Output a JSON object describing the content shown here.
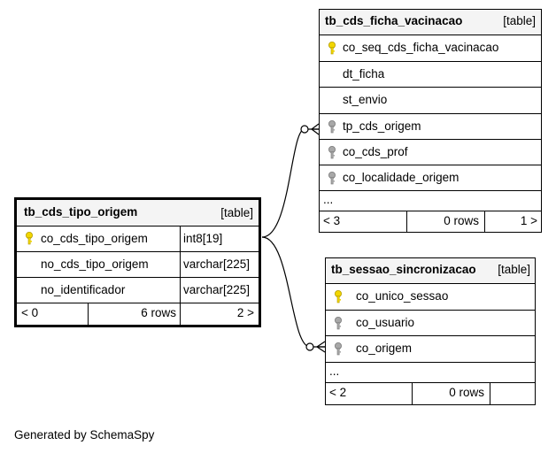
{
  "tables": {
    "tipo_origem": {
      "name": "tb_cds_tipo_origem",
      "tag": "[table]",
      "columns": [
        {
          "name": "co_cds_tipo_origem",
          "type": "int8[19]",
          "key": "primary"
        },
        {
          "name": "no_cds_tipo_origem",
          "type": "varchar[225]",
          "key": "none"
        },
        {
          "name": "no_identificador",
          "type": "varchar[225]",
          "key": "none"
        }
      ],
      "footer": {
        "parents": "< 0",
        "rows": "6 rows",
        "children": "2 >"
      }
    },
    "ficha_vacinacao": {
      "name": "tb_cds_ficha_vacinacao",
      "tag": "[table]",
      "columns": [
        {
          "name": "co_seq_cds_ficha_vacinacao",
          "key": "primary"
        },
        {
          "name": "dt_ficha",
          "key": "none"
        },
        {
          "name": "st_envio",
          "key": "none"
        },
        {
          "name": "tp_cds_origem",
          "key": "foreign"
        },
        {
          "name": "co_cds_prof",
          "key": "foreign"
        },
        {
          "name": "co_localidade_origem",
          "key": "foreign"
        }
      ],
      "more": "...",
      "footer": {
        "parents": "< 3",
        "rows": "0 rows",
        "children": "1 >"
      }
    },
    "sessao_sincronizacao": {
      "name": "tb_sessao_sincronizacao",
      "tag": "[table]",
      "columns": [
        {
          "name": "co_unico_sessao",
          "key": "primary"
        },
        {
          "name": "co_usuario",
          "key": "foreign"
        },
        {
          "name": "co_origem",
          "key": "foreign"
        }
      ],
      "more": "...",
      "footer": {
        "parents": "< 2",
        "rows": "0 rows",
        "children": ""
      }
    }
  },
  "colors": {
    "primary_key": "#f2d600",
    "foreign_key": "#a8a8a8",
    "header_bg": "#f4f4f4"
  },
  "generated_by": "Generated by SchemaSpy"
}
